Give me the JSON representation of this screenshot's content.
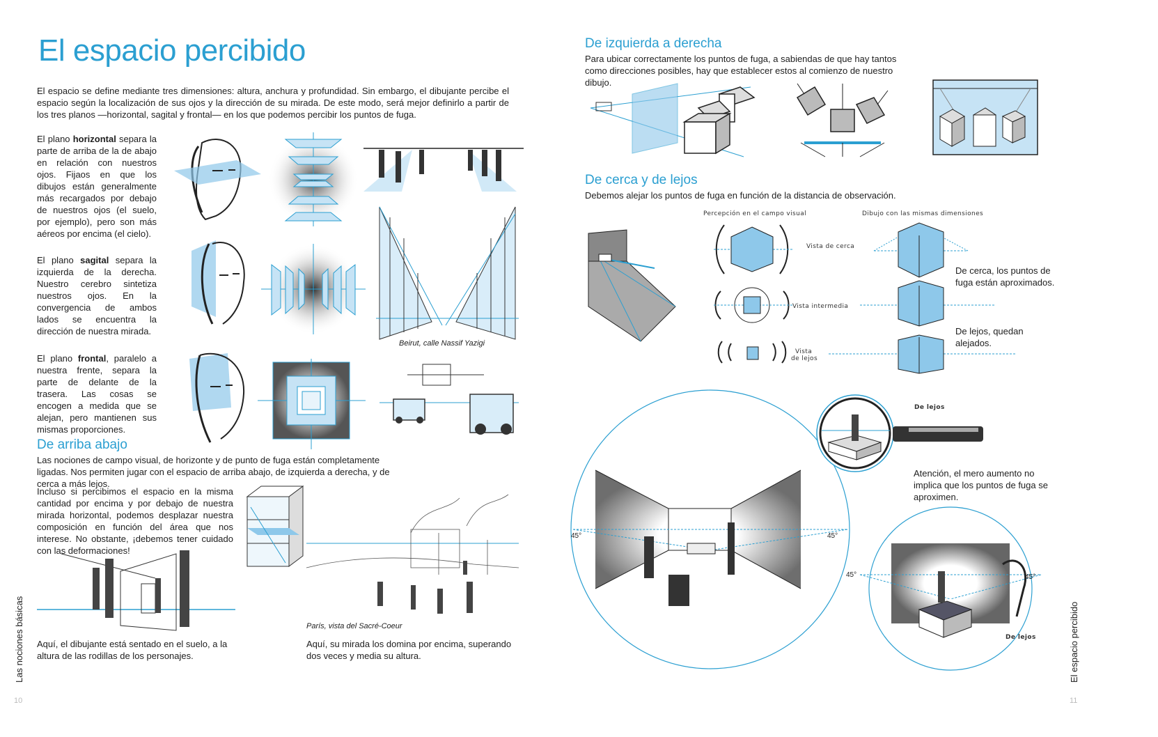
{
  "left_page": {
    "title": "El espacio percibido",
    "intro": "El espacio se define mediante tres dimensiones: altura, anchura y profundidad. Sin embargo, el dibujante percibe el espacio según la localización de sus ojos y la dirección de su mirada. De este modo, será mejor definirlo a partir de los tres planos —horizontal, sagital y frontal— en los que podemos percibir los puntos de fuga.",
    "horizontal": {
      "pre": "El plano ",
      "term": "horizontal",
      "post": " separa la parte de arriba de la de abajo en relación con nuestros ojos. Fijaos en que los dibujos están generalmente más recargados por debajo de nuestros ojos (el suelo, por ejemplo), pero son más aéreos por encima (el cielo)."
    },
    "sagital": {
      "pre": "El plano ",
      "term": "sagital",
      "post": " separa la izquierda de la derecha. Nuestro cerebro sintetiza nuestros ojos. En la convergencia de ambos lados se encuentra la dirección de nuestra mirada."
    },
    "frontal": {
      "pre": "El plano ",
      "term": "frontal",
      "post": ", paralelo a nuestra frente, separa la parte de delante de la trasera. Las cosas se encogen a medida que se alejan, pero mantienen sus mismas proporciones."
    },
    "caption_beirut": "Beirut, calle Nassif Yazigi",
    "section_arriba": {
      "heading": "De arriba abajo",
      "text": "Las nociones de campo visual, de horizonte y de punto de fuga están completamente ligadas. Nos permiten jugar con el espacio de arriba abajo, de izquierda a derecha, y de cerca a más lejos.",
      "text2": "Incluso si percibimos el espacio en la misma cantidad por encima y por debajo de nuestra mirada horizontal, podemos desplazar nuestra composición en función del área que nos interese. No obstante, ¡debemos tener cuidado con las deformaciones!"
    },
    "caption_paris": "París, vista del Sacré-Coeur",
    "caption_sentado": "Aquí, el dibujante está sentado en el suelo, a la altura de las rodillas de los personajes.",
    "caption_domina": "Aquí, su mirada los domina por encima, superando dos veces y media su altura.",
    "side_label": "Las nociones básicas",
    "page_number": "10"
  },
  "right_page": {
    "section_izq": {
      "heading": "De izquierda a derecha",
      "text": "Para ubicar correctamente los puntos de fuga, a sabiendas de que hay tantos como direcciones posibles, hay que establecer estos al comienzo de nuestro dibujo."
    },
    "section_cerca": {
      "heading": "De cerca y de lejos",
      "text": "Debemos alejar los puntos de fuga en función de la distancia de observación."
    },
    "label_percepcion": "Percepción en el campo visual",
    "label_dibujo": "Dibujo con las mismas dimensiones",
    "vista_cerca": "Vista de cerca",
    "vista_intermedia": "Vista intermedia",
    "vista_lejos_1": "Vista",
    "vista_lejos_2": "de lejos",
    "note_cerca": "De cerca, los puntos de fuga están aproximados.",
    "note_lejos": "De lejos, quedan alejados.",
    "de_lejos_1": "De lejos",
    "atencion": "Atención, el mero aumento no implica que los puntos de fuga se aproximen.",
    "angle_45": "45°",
    "de_lejos_2": "De lejos",
    "side_label": "El espacio percibido",
    "page_number": "11"
  },
  "colors": {
    "accent": "#2b9fd1",
    "light_blue": "#c6e3f5",
    "ink": "#1e1e1e"
  }
}
